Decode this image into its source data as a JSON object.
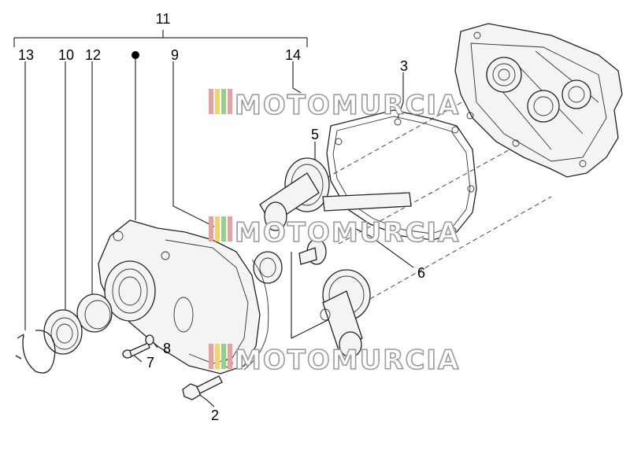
{
  "callouts": {
    "c11": "11",
    "c13": "13",
    "c10": "10",
    "c12": "12",
    "c9": "9",
    "c14": "14",
    "c3": "3",
    "c5": "5",
    "c6": "6",
    "c8": "8",
    "c7": "7",
    "c2": "2"
  },
  "watermark": {
    "text": "MOTOMURCIA",
    "stripe_colors": [
      "#e8a0a0",
      "#f2d36b",
      "#8fd18f",
      "#e8a0a0"
    ]
  }
}
